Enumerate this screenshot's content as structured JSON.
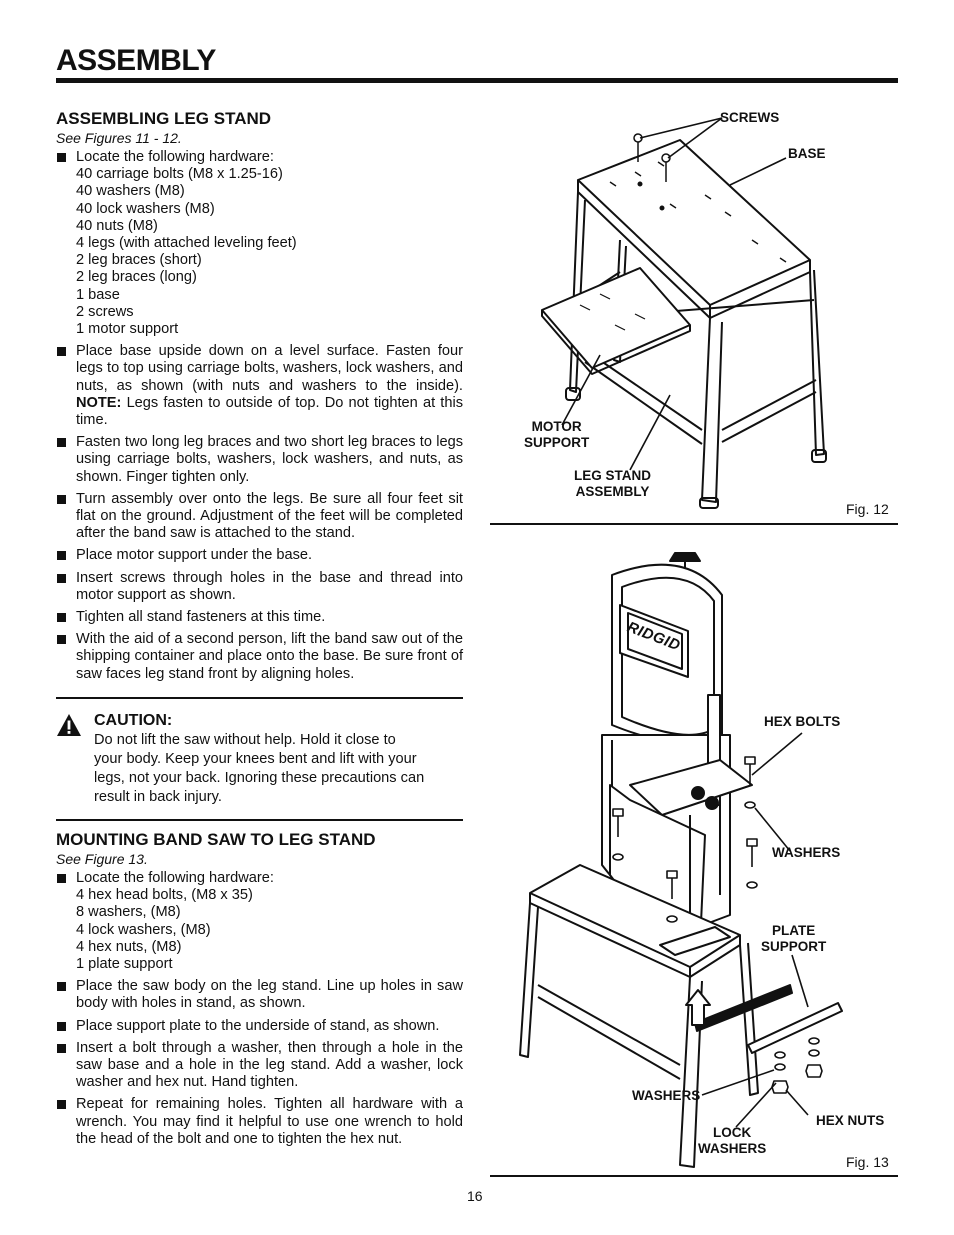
{
  "header": {
    "title": "ASSEMBLY"
  },
  "leg_stand": {
    "heading": "ASSEMBLING LEG STAND",
    "see": "See Figures 11 - 12.",
    "hardware_intro": "Locate the following hardware:",
    "hardware": [
      "40 carriage bolts (M8 x 1.25-16)",
      "40 washers (M8)",
      "40 lock washers (M8)",
      "40 nuts (M8)",
      "4 legs (with attached leveling feet)",
      "2 leg braces (short)",
      "2 leg braces (long)",
      "1 base",
      "2 screws",
      "1 motor support"
    ],
    "step_base": "Place base upside down on a level surface. Fasten four legs to top using carriage bolts, washers, lock washers, and nuts, as shown (with nuts and washers to the inside).",
    "note_label": "NOTE:",
    "note_text": " Legs fasten to outside of top. Do not tighten at this time.",
    "steps": [
      "Fasten two long leg braces and two short leg braces to legs using carriage bolts, washers, lock washers, and nuts, as shown. Finger tighten only.",
      "Turn assembly over onto the legs. Be sure all four feet sit flat on the ground. Adjustment of the feet will be completed after the band saw is attached to the stand.",
      "Place motor support under the base.",
      "Insert screws through holes in the base and thread into motor support as shown.",
      "Tighten all stand fasteners at this time.",
      "With the aid of a second person, lift the band saw out of the shipping container and place onto the base. Be sure front of saw faces leg stand front by aligning holes."
    ]
  },
  "caution": {
    "title": "CAUTION:",
    "text": "Do not lift the saw without help. Hold it close to your body. Keep your knees bent and lift with your legs, not your back. Ignoring these precautions can result in back injury."
  },
  "mounting": {
    "heading": "MOUNTING BAND SAW TO LEG STAND",
    "see": "See Figure 13.",
    "hardware_intro": "Locate the following hardware:",
    "hardware": [
      "4 hex head bolts, (M8 x 35)",
      "8 washers, (M8)",
      "4 lock washers, (M8)",
      "4 hex nuts, (M8)",
      "1 plate support"
    ],
    "steps": [
      "Place the saw body on the leg stand. Line up holes in saw body with holes in stand, as shown.",
      "Place support plate to the underside of stand, as shown.",
      "Insert a bolt through a washer, then through a hole in the saw base and a hole in the leg stand. Add a washer, lock washer and hex nut. Hand tighten.",
      "Repeat for remaining holes. Tighten all hardware with a wrench. You may find it helpful to use one wrench to hold the head of the bolt and one to tighten the hex nut."
    ]
  },
  "fig12": {
    "label": "Fig. 12",
    "callouts": {
      "screws": "SCREWS",
      "base": "BASE",
      "motor_support_1": "MOTOR",
      "motor_support_2": "SUPPORT",
      "leg_stand_1": "LEG STAND",
      "leg_stand_2": "ASSEMBLY"
    }
  },
  "fig13": {
    "label": "Fig. 13",
    "brand": "RIDGID",
    "callouts": {
      "hex_bolts": "HEX BOLTS",
      "washers_top": "WASHERS",
      "plate_support_1": "PLATE",
      "plate_support_2": "SUPPORT",
      "washers_bottom": "WASHERS",
      "lock_washers_1": "LOCK",
      "lock_washers_2": "WASHERS",
      "hex_nuts": "HEX NUTS"
    }
  },
  "footer": {
    "page_number": "16"
  }
}
